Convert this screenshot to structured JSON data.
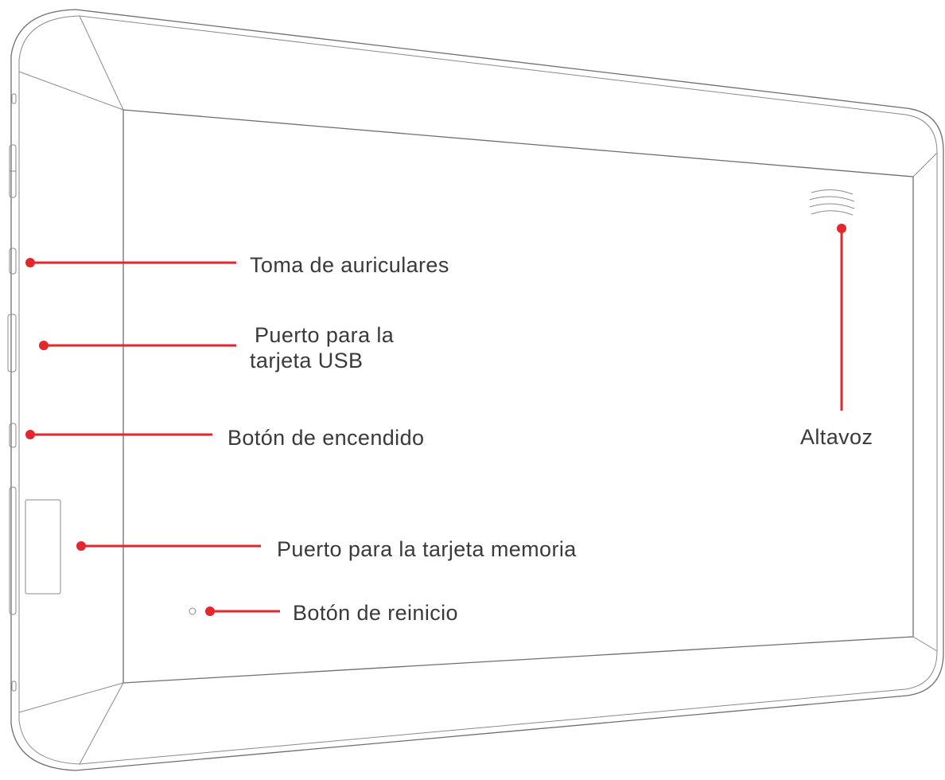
{
  "callouts": {
    "headphone": {
      "label": "Toma de auriculares"
    },
    "usb": {
      "line1": "Puerto para la",
      "line2": "tarjeta USB"
    },
    "power": {
      "label": "Botón de encendido"
    },
    "memory": {
      "label": "Puerto para la tarjeta memoria"
    },
    "reset": {
      "label": "Botón de reinicio"
    },
    "speaker": {
      "label": "Altavoz"
    }
  },
  "colors": {
    "callout": "#e4262d",
    "outline": "#6f6f6f",
    "text": "#3a3a3a"
  }
}
